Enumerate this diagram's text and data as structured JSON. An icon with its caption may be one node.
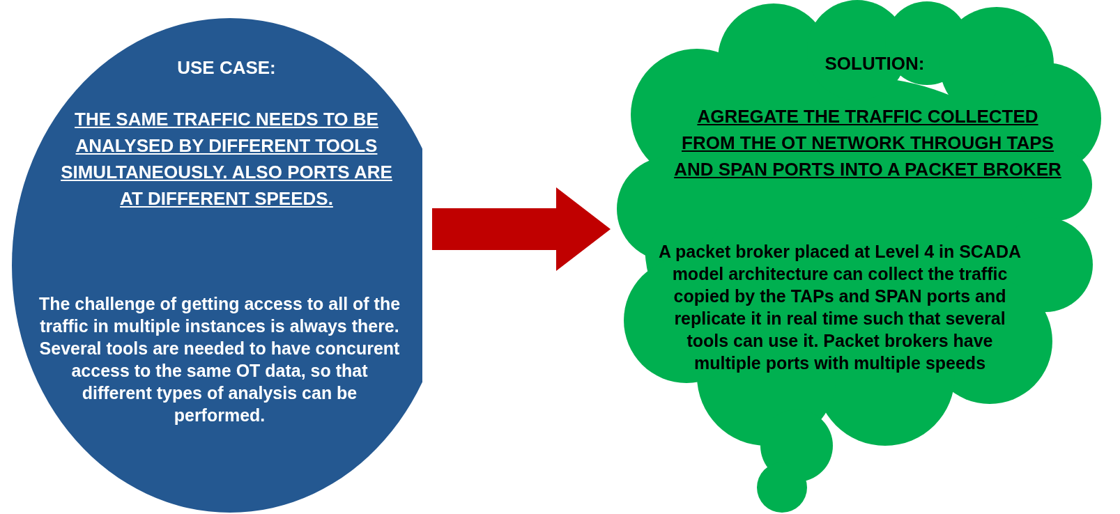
{
  "diagram": {
    "nodes": [
      {
        "text": [
          "USE CASE:",
          "THE SAME TRAFFIC NEEDS TO BE ANALYSED BY DIFFERENT TOOLS SIMULTANEOUSLY. ALSO PORTS ARE AT DIFFERENT SPEEDS.",
          "The challenge of getting access to all of the traffic in multiple instances is always there. Several tools are needed to have concurent access to the same OT data, so that different types of analysis can be performed."
        ]
      },
      {
        "text": [
          "SOLUTION:",
          "AGREGATE THE TRAFFIC COLLECTED FROM THE OT NETWORK THROUGH TAPS AND SPAN PORTS INTO A PACKET BROKER",
          "A packet broker placed at Level 4 in SCADA model architecture can collect the traffic copied by the TAPs and SPAN ports and replicate it in real time such that several tools can use it. Packet brokers have multiple ports with multiple speeds"
        ]
      }
    ],
    "edges": [
      {
        "from": 0,
        "to": 1,
        "arrow": "to"
      }
    ]
  }
}
